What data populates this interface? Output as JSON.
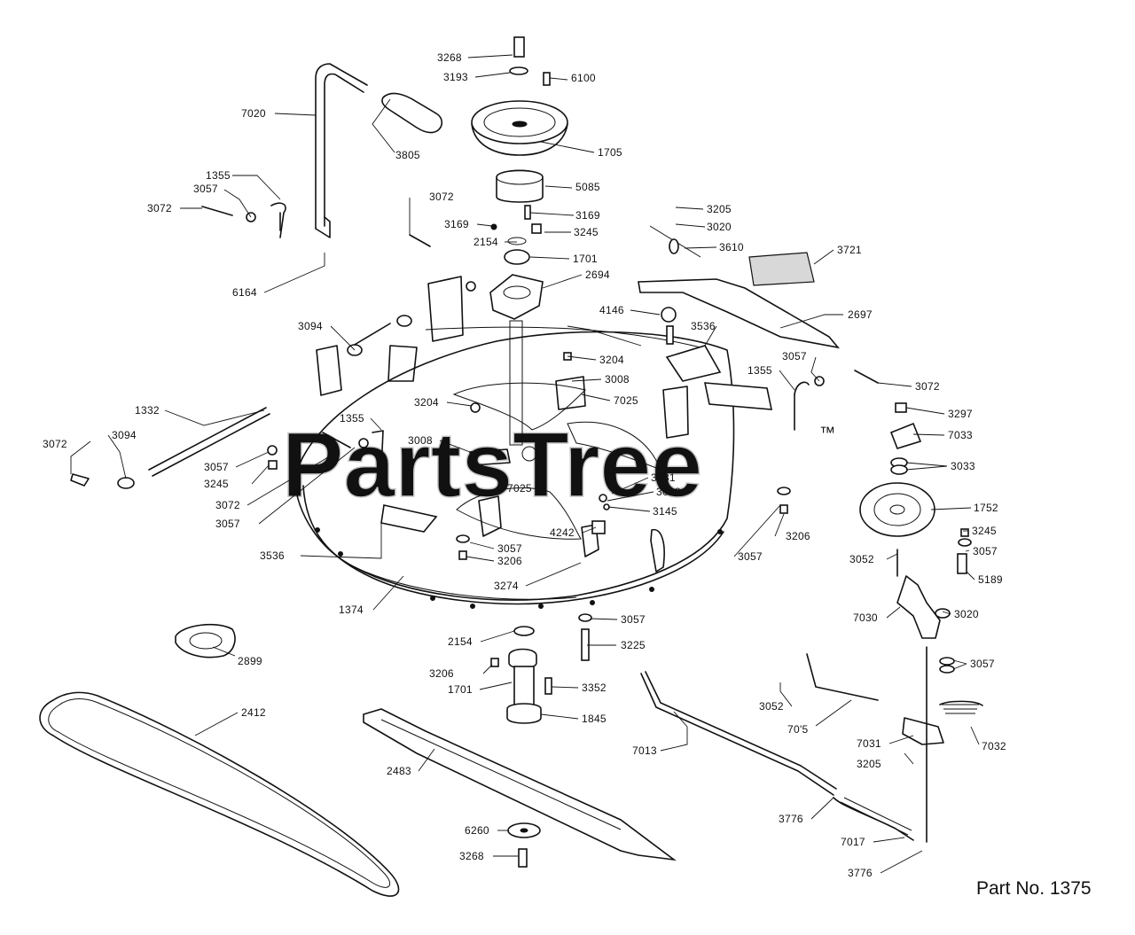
{
  "watermark": {
    "text": "PartsTree",
    "trademark": "™"
  },
  "part_number_label": "Part No. 1375",
  "callouts": {
    "c3268_top": "3268",
    "c3193": "3193",
    "c6100": "6100",
    "c7020": "7020",
    "c1705": "1705",
    "c3805": "3805",
    "c1355_a": "1355",
    "c3057_a": "3057",
    "c3072_a": "3072",
    "c5085": "5085",
    "c3072_b": "3072",
    "c3169_a": "3169",
    "c3169_b": "3169",
    "c3205_a": "3205",
    "c3020_a": "3020",
    "c2154_a": "2154",
    "c3245_a": "3245",
    "c3610": "3610",
    "c3721": "3721",
    "c1701_a": "1701",
    "c6164": "6164",
    "c2694": "2694",
    "c4146": "4146",
    "c2697": "2697",
    "c3094_a": "3094",
    "c3536_a": "3536",
    "c3204_a": "3204",
    "c3057_b": "3057",
    "c1355_b": "1355",
    "c3008_a": "3008",
    "c3072_c": "3072",
    "c7025_a": "7025",
    "c3204_b": "3204",
    "c1332": "1332",
    "c1355_c": "1355",
    "c3297": "3297",
    "c3008_b": "3008",
    "c7033": "7033",
    "c3072_d": "3072",
    "c3094_b": "3094",
    "c3057_c": "3057",
    "c3033": "3033",
    "c3245_b": "3245",
    "c7025_b": "7025",
    "c3081": "3081",
    "c3082": "3082",
    "c3072_e": "3072",
    "c1752": "1752",
    "c3057_d": "3057",
    "c3145": "3145",
    "c4242": "4242",
    "c3206_a": "3206",
    "c3245_c": "3245",
    "c3057_e": "3057",
    "c3536_b": "3536",
    "c3206_b": "3206",
    "c3057_f": "3057",
    "c3052_a": "3052",
    "c3057_g": "3057",
    "c5189": "5189",
    "c3274": "3274",
    "c1374": "1374",
    "c3020_b": "3020",
    "c7030": "7030",
    "c3057_h": "3057",
    "c2154_b": "2154",
    "c3225": "3225",
    "c2899": "2899",
    "c3057_i": "3057",
    "c3206_c": "3206",
    "c1701_b": "1701",
    "c3352": "3352",
    "c2412": "2412",
    "c1845": "1845",
    "c3052_b": "3052",
    "c7015": "70'5",
    "c7032": "7032",
    "c7013": "7013",
    "c7031": "7031",
    "c3205_b": "3205",
    "c2483": "2483",
    "c3776_a": "3776",
    "c6260": "6260",
    "c7017": "7017",
    "c3268_bot": "3268",
    "c3776_b": "3776"
  }
}
